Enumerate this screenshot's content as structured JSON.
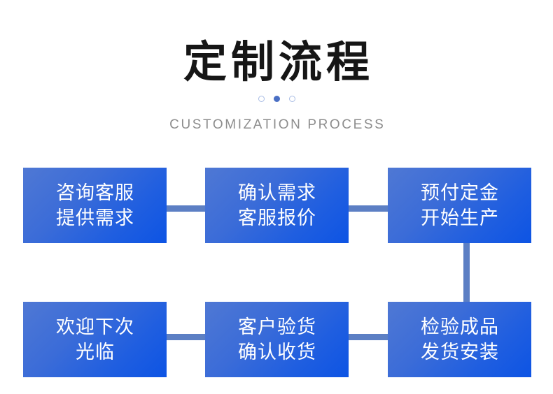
{
  "header": {
    "title": "定制流程",
    "subtitle": "CUSTOMIZATION PROCESS",
    "dots": [
      {
        "name": "dot-1",
        "state": "hollow"
      },
      {
        "name": "dot-2",
        "state": "filled"
      },
      {
        "name": "dot-3",
        "state": "hollow"
      }
    ]
  },
  "colors": {
    "box_gradient_start": "#4f78d4",
    "box_gradient_end": "#0d54e4",
    "connector": "#5c7fc4",
    "dot_active": "#4a6fc4",
    "dot_inactive_border": "#a8bce4",
    "title": "#161616",
    "subtitle": "#8d8d8d",
    "box_text": "#ffffff",
    "background": "#ffffff"
  },
  "flow": {
    "steps": [
      {
        "index": 1,
        "line1": "咨询客服",
        "line2": "提供需求"
      },
      {
        "index": 2,
        "line1": "确认需求",
        "line2": "客服报价"
      },
      {
        "index": 3,
        "line1": "预付定金",
        "line2": "开始生产"
      },
      {
        "index": 4,
        "line1": "检验成品",
        "line2": "发货安装"
      },
      {
        "index": 5,
        "line1": "客户验货",
        "line2": "确认收货"
      },
      {
        "index": 6,
        "line1": "欢迎下次",
        "line2": "光临"
      }
    ],
    "connectors": [
      {
        "name": "connector-step1-step2",
        "orientation": "horizontal"
      },
      {
        "name": "connector-step2-step3",
        "orientation": "horizontal"
      },
      {
        "name": "connector-step3-step4",
        "orientation": "vertical"
      },
      {
        "name": "connector-step4-step5",
        "orientation": "horizontal"
      },
      {
        "name": "connector-step5-step6",
        "orientation": "horizontal"
      }
    ]
  }
}
